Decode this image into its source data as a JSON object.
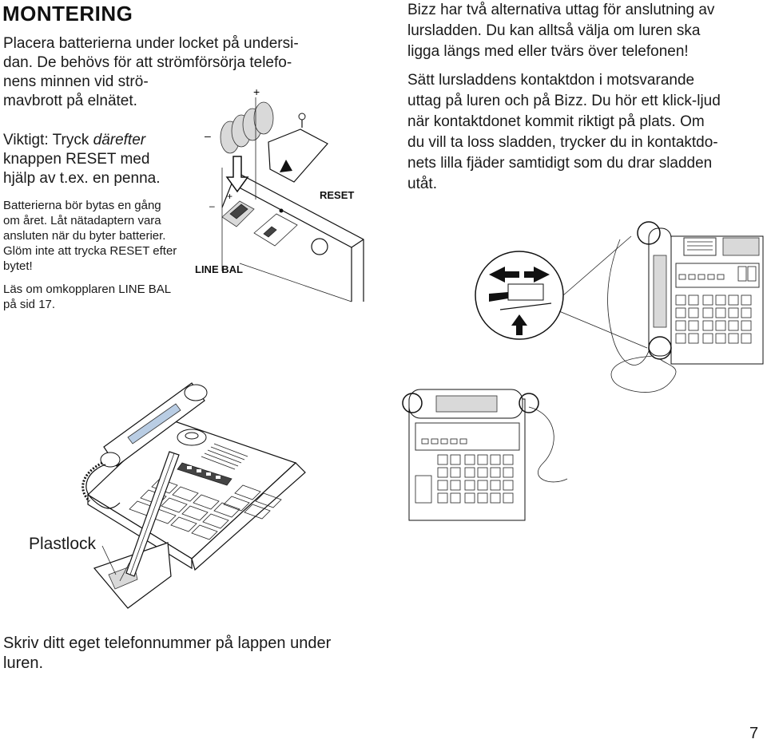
{
  "heading": "MONTERING",
  "left_column": {
    "para1_lines": [
      "Placera batterierna under locket på undersi-",
      "dan. De behövs för att strömförsörja telefo-",
      "nens minnen vid strö-",
      "mavbrott på elnätet."
    ],
    "para2_line1_a": "Viktigt: Tryck ",
    "para2_line1_b": "därefter",
    "para2_lines_rest": [
      "knappen RESET med",
      "hjälp av t.ex. en penna."
    ],
    "small_lines": [
      "Batterierna bör bytas en gång",
      "om året. Låt nätadaptern vara",
      "ansluten när du byter batterier.",
      "Glöm inte att trycka RESET efter",
      "bytet!"
    ],
    "small2_lines": [
      "Läs om omkopplaren LINE BAL",
      "på sid 17."
    ]
  },
  "figure1": {
    "reset_label": "RESET",
    "line_bal_label": "LINE BAL"
  },
  "right_column": {
    "para1_lines": [
      "Bizz har två alternativa uttag för anslutning av",
      "lursladden. Du kan alltså välja om luren ska",
      "ligga längs med eller tvärs över telefonen!"
    ],
    "para2_lines": [
      "Sätt lursladdens kontaktdon i motsvarande",
      "uttag på luren och på Bizz. Du hör ett klick-ljud",
      "när kontaktdonet kommit riktigt på plats. Om",
      "du vill ta loss sladden, trycker du in kontaktdo-",
      "nets lilla fjäder samtidigt som du drar sladden",
      "utåt."
    ]
  },
  "figure3": {
    "callout_label": "Plastlock"
  },
  "footer": {
    "caption_lines": [
      "Skriv ditt eget telefonnummer på lappen under",
      "luren."
    ],
    "page_number": "7"
  }
}
